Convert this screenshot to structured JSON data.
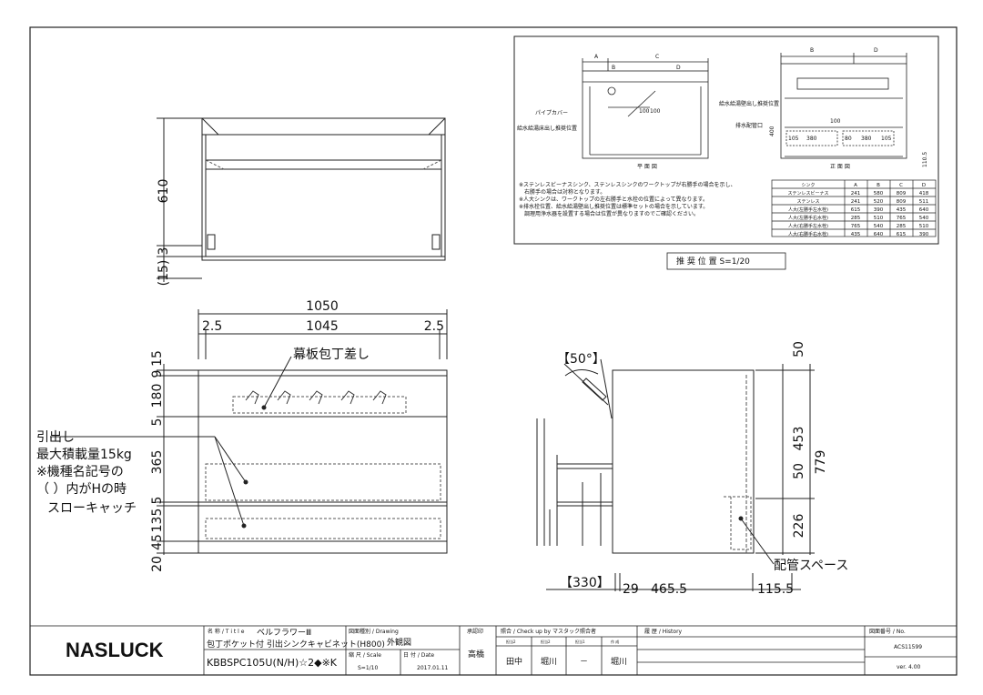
{
  "colors": {
    "line": "#222222",
    "hidden": "#555555",
    "bg": "#ffffff"
  },
  "top_view": {
    "dims_left": [
      "610",
      "3",
      "(15)"
    ]
  },
  "front_view": {
    "width_total": "1050",
    "width_left": "2.5",
    "width_center": "1045",
    "width_right": "2.5",
    "dims_left": [
      "9",
      "15",
      "180",
      "5",
      "365",
      "5",
      "135",
      "45",
      "20"
    ],
    "label_knife": "幕板包丁差し",
    "drawer_notes": [
      "引出し",
      "最大積載量15kg",
      "※機種名記号の",
      "（ ）内がHの時",
      "スローキャッチ"
    ]
  },
  "side_view": {
    "angle": "【50°】",
    "dims_right": [
      "50",
      "453",
      "50",
      "779",
      "226"
    ],
    "label_pipe": "配管スペース",
    "dims_bottom": [
      "【330】",
      "29",
      "465.5",
      "115.5"
    ]
  },
  "recommended": {
    "title": "推 奨 位 置  S=1/20",
    "plan_label": "平 面 図",
    "front_label": "正 面 図",
    "pipe_cover": "パイプカバー",
    "supply_left": "給水給湯床出し推奨位置",
    "supply_right": "給水給湯壁出し推奨位置",
    "drain": "排水配管口",
    "top_letters": [
      "A",
      "B",
      "C",
      "D"
    ],
    "dims_small": [
      "100",
      "100",
      "105",
      "380",
      "80",
      "380",
      "105",
      "100",
      "400",
      "110.5"
    ],
    "notes": [
      "※ステンレスビーナスシンク、ステンレスシンクのワークトップが右勝手の場合を示し、",
      "　右勝手の場合は対称となります。",
      "※人大シンクは、ワークトップの左右勝手と水栓の位置によって異なります。",
      "※排水栓位置、給水給湯壁出し推奨位置は標準セットの場合を示しています。",
      "　調理用浄水器を設置する場合は位置が異なりますのでご確認ください。"
    ],
    "table": {
      "headers": [
        "シンク",
        "A",
        "B",
        "C",
        "D"
      ],
      "rows": [
        [
          "ステンレスビーナス",
          "241",
          "580",
          "809",
          "418"
        ],
        [
          "ステンレス",
          "241",
          "520",
          "809",
          "511"
        ],
        [
          "人大(左勝手左水栓)",
          "615",
          "390",
          "435",
          "640"
        ],
        [
          "人大(左勝手右水栓)",
          "285",
          "510",
          "765",
          "540"
        ],
        [
          "人大(右勝手左水栓)",
          "765",
          "540",
          "285",
          "510"
        ],
        [
          "人大(右勝手右水栓)",
          "435",
          "640",
          "615",
          "390"
        ]
      ]
    }
  },
  "title_block": {
    "logo": "NASLUCK",
    "name_label": "名 称 / T i t l e",
    "name_series": "ベルフラワーⅢ",
    "name_desc": "包丁ポケット付 引出シンクキャビネット(H800)",
    "model": "KBBSPC105U(N/H)☆2◆※K",
    "drawing_label": "図面種別 / Drawing",
    "drawing_value": "外観図",
    "scale_label": "縮 尺 / Scale",
    "scale_value": "S=1/10",
    "date_label": "日 付 / Date",
    "date_value": "2017.01.11",
    "drafter_label": "承認印",
    "drafter_value": "高橋",
    "check_label": "照合 / Check up by  マスタック照合者",
    "check_heads": [
      "担当2",
      "担当2",
      "担当1",
      "作 成"
    ],
    "check_values": [
      "田中",
      "堀川",
      "－",
      "堀川"
    ],
    "history_label": "履 歴 / History",
    "no_label": "図面番号 / No.",
    "no_value": "ACS11599",
    "version": "ver. 4.00"
  }
}
